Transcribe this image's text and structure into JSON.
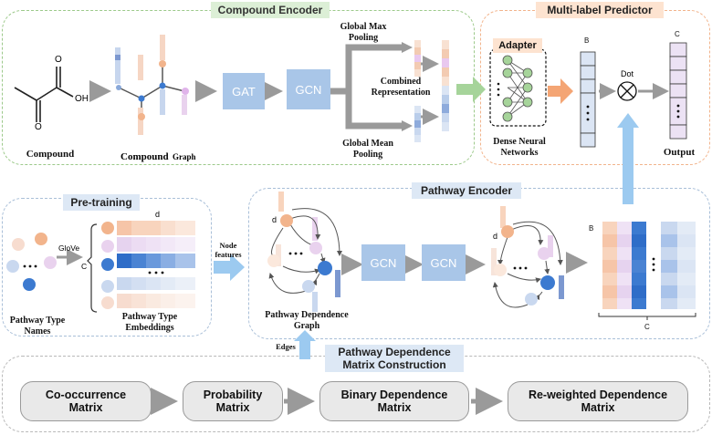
{
  "compound_encoder": {
    "title": "Compound Encoder",
    "compound_label": "Compound",
    "graph_label_main": "Compound",
    "graph_label_sub": "Graph",
    "gat_label": "GAT",
    "gcn_label": "GCN",
    "max_pool_line1": "Global Max",
    "max_pool_line2": "Pooling",
    "mean_pool_line1": "Global Mean",
    "mean_pool_line2": "Pooling",
    "combined_line1": "Combined",
    "combined_line2": "Representation",
    "atom_o1": "O",
    "atom_oh": "OH",
    "atom_o2": "O"
  },
  "predictor": {
    "title": "Multi-label Predictor",
    "adapter_label": "Adapter",
    "dnn_line1": "Dense Neural",
    "dnn_line2": "Networks",
    "b_label": "B",
    "c_label": "C",
    "dot_label": "Dot",
    "output_label": "Output"
  },
  "pretraining": {
    "title": "Pre-training",
    "glove_label": "GloVe",
    "c_label": "C",
    "d_label": "d",
    "names_line1": "Pathway Type",
    "names_line2": "Names",
    "emb_line1": "Pathway Type",
    "emb_line2": "Embeddings"
  },
  "node_features_line1": "Node",
  "node_features_line2": "features",
  "pathway_encoder": {
    "title": "Pathway Encoder",
    "gcn1_label": "GCN",
    "gcn2_label": "GCN",
    "graph_line1": "Pathway Dependence",
    "graph_line2": "Graph",
    "d_label_1": "d",
    "d_label_2": "d",
    "b_label": "B",
    "c_label": "C"
  },
  "edges_label": "Edges",
  "matrix_construction": {
    "title_line1": "Pathway Dependence",
    "title_line2": "Matrix Construction",
    "steps": [
      {
        "line1": "Co-occurrence",
        "line2": "Matrix"
      },
      {
        "line1": "Probability",
        "line2": "Matrix"
      },
      {
        "line1": "Binary Dependence",
        "line2": "Matrix"
      },
      {
        "line1": "Re-weighted Dependence",
        "line2": "Matrix"
      }
    ]
  },
  "colors": {
    "green_border": "#9cc98a",
    "orange_border": "#f2b48c",
    "blue_border": "#a9bfd8",
    "gray_border": "#b9b9b9",
    "tag_green_bg": "#dcefd6",
    "tag_orange_bg": "#fde3d0",
    "tag_blue_bg": "#dde8f5",
    "node_blue": "#3c7ad0",
    "node_orange": "#f2b48c",
    "arrow_gray": "#9a9a9a",
    "arrow_blue": "#9ccaf0",
    "arrow_green": "#a6d49a",
    "arrow_orange": "#f4a574"
  }
}
